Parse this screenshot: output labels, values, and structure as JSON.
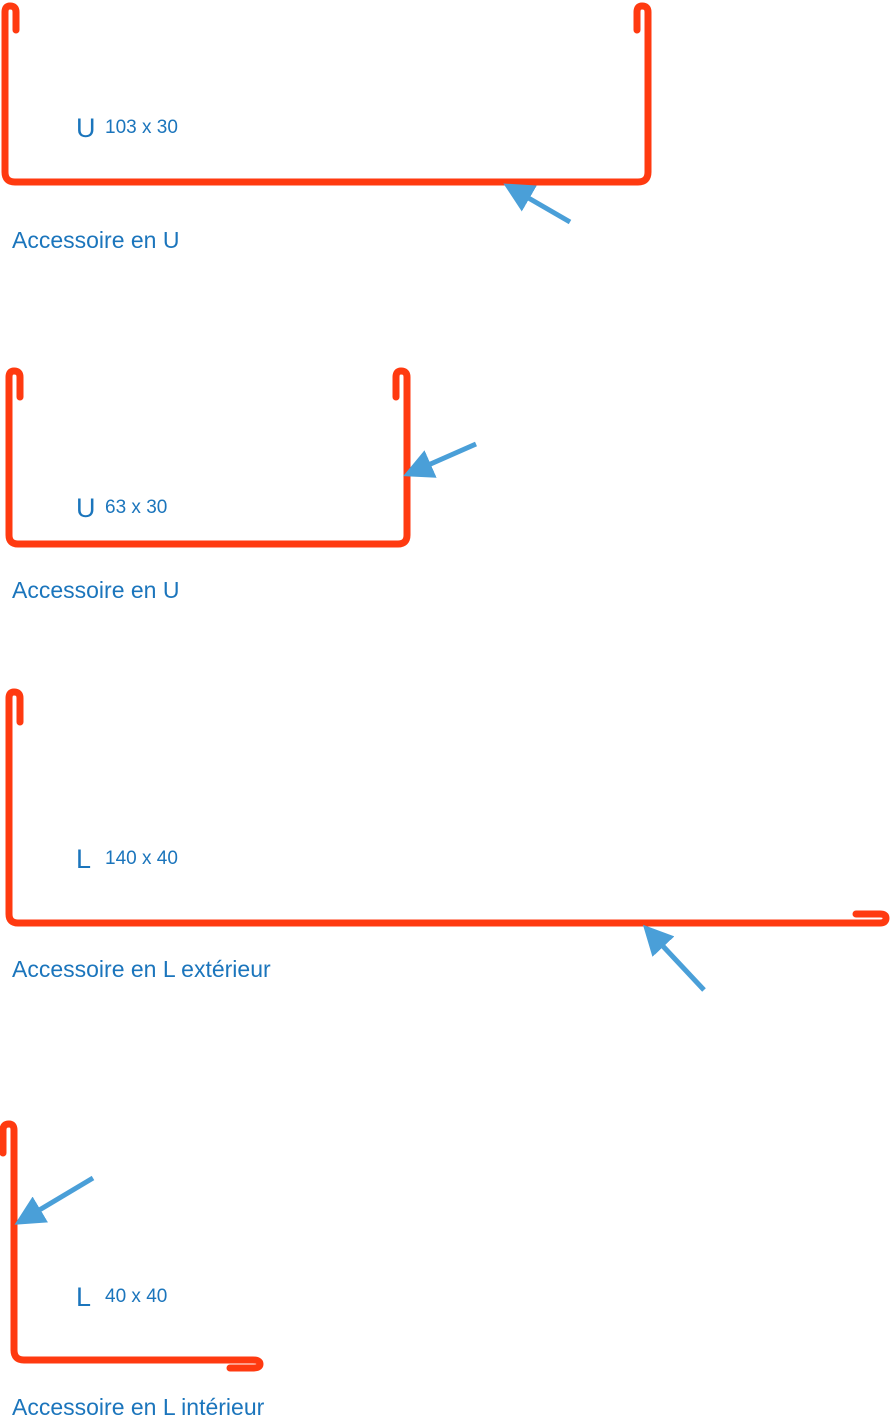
{
  "colors": {
    "profile": "#ff3a10",
    "arrow": "#4a9fd8",
    "text": "#1b75bc"
  },
  "items": [
    {
      "letter": "U",
      "dims": "103 x 30",
      "caption": "Accessoire en U"
    },
    {
      "letter": "U",
      "dims": "63 x 30",
      "caption": "Accessoire en U"
    },
    {
      "letter": "L",
      "dims": "140 x 40",
      "caption": "Accessoire en L extérieur"
    },
    {
      "letter": "L",
      "dims": "40 x 40",
      "caption": "Accessoire en L intérieur"
    }
  ]
}
